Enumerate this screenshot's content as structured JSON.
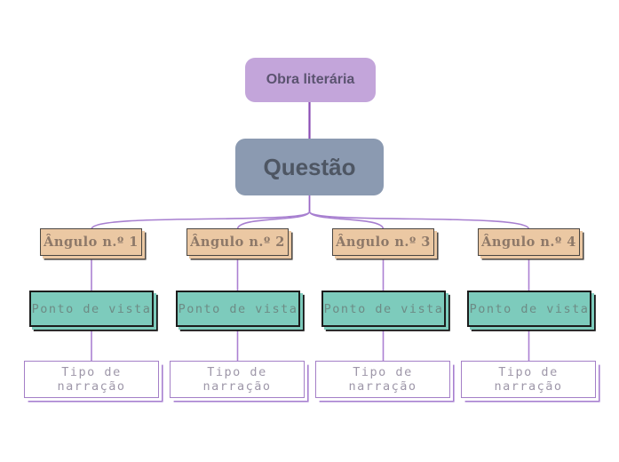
{
  "nodes": {
    "root": {
      "label": "Obra literária"
    },
    "question": {
      "label": "Questão"
    }
  },
  "branches": [
    {
      "angle": "Ângulo n.º 1",
      "point_of_view": "Ponto de vista",
      "narration_type": "Tipo de narração"
    },
    {
      "angle": "Ângulo n.º 2",
      "point_of_view": "Ponto de vista",
      "narration_type": "Tipo de narração"
    },
    {
      "angle": "Ângulo n.º 3",
      "point_of_view": "Ponto de vista",
      "narration_type": "Tipo de narração"
    },
    {
      "angle": "Ângulo n.º 4",
      "point_of_view": "Ponto de vista",
      "narration_type": "Tipo de narração"
    }
  ],
  "colors": {
    "background": "#ffffff",
    "root_fill": "#c3a5da",
    "root_text": "#5b5370",
    "question_fill": "#8b9ab1",
    "question_text": "#4e5663",
    "angle_fill": "#ebc8a3",
    "angle_border": "#4a4642",
    "angle_text": "#8d7868",
    "point_of_view_fill": "#7dcbbc",
    "point_of_view_border": "#1c1c1c",
    "narration_border": "#a47fc7",
    "narration_text": "#9e97a9",
    "connector_main": "#8a4cb5",
    "connector_branch": "#a77fd0"
  }
}
